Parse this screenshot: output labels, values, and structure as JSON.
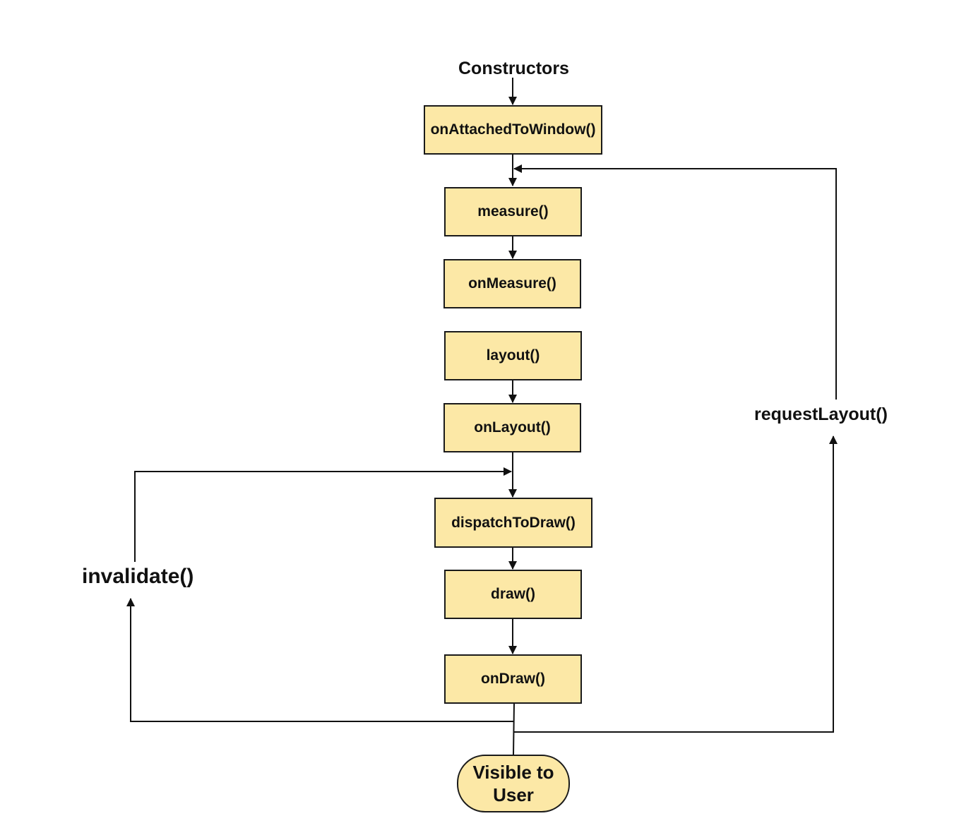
{
  "diagram": {
    "start_label": "Constructors",
    "nodes": {
      "on_attached_to_window": "onAttachedToWindow()",
      "measure": "measure()",
      "on_measure": "onMeasure()",
      "layout": "layout()",
      "on_layout": "onLayout()",
      "dispatch_to_draw": "dispatchToDraw()",
      "draw": "draw()",
      "on_draw": "onDraw()",
      "visible_to_user": "Visible to User"
    },
    "loop_labels": {
      "invalidate": "invalidate()",
      "request_layout": "requestLayout()"
    },
    "colors": {
      "node_fill": "#fce8a6",
      "stroke": "#1a1a1a"
    }
  }
}
